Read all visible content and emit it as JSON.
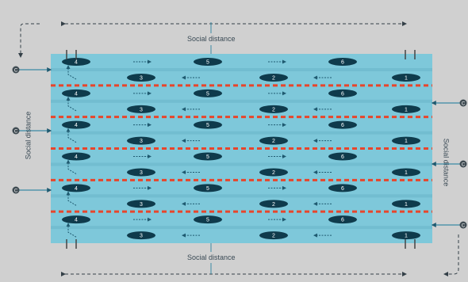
{
  "labels": {
    "social_distance": "Social distance"
  },
  "marker_letter": "C",
  "lanes": [
    {
      "forward": [
        "4",
        "5",
        "6"
      ],
      "return": [
        "3",
        "2",
        "1"
      ]
    },
    {
      "forward": [
        "4",
        "5",
        "6"
      ],
      "return": [
        "3",
        "2",
        "1"
      ]
    },
    {
      "forward": [
        "4",
        "5",
        "6"
      ],
      "return": [
        "3",
        "2",
        "1"
      ]
    },
    {
      "forward": [
        "4",
        "5",
        "6"
      ],
      "return": [
        "3",
        "2",
        "1"
      ]
    },
    {
      "forward": [
        "4",
        "5",
        "6"
      ],
      "return": [
        "3",
        "2",
        "1"
      ]
    },
    {
      "forward": [
        "4",
        "5",
        "6"
      ],
      "return": [
        "3",
        "2",
        "1"
      ]
    }
  ],
  "colors": {
    "background": "#d0d0d0",
    "pool_water": "#7ec8da",
    "lane_band": "#6bb6ca",
    "lane_rope": "#e8452b",
    "swimmer": "#0f3b4c",
    "arrow": "#1f5a70",
    "dashed_line": "#333f47"
  }
}
